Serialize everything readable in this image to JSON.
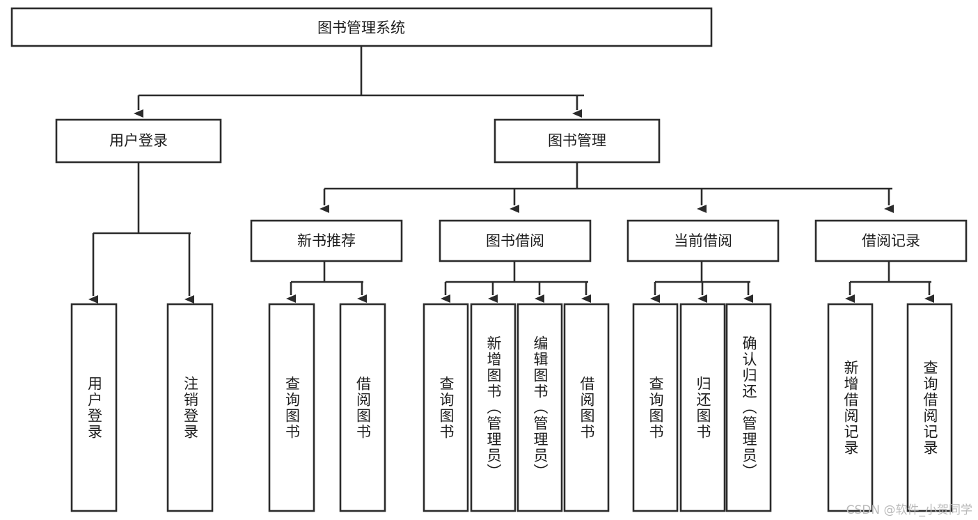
{
  "diagram": {
    "title": "图书管理系统",
    "watermark": "CSDN @软件_小贺同学",
    "type": "tree",
    "colors": {
      "box_stroke": "#2b2b2b",
      "box_fill": "#ffffff",
      "text": "#1d1d1d",
      "background": "#ffffff",
      "watermark": "#b9b9b9"
    },
    "root": {
      "label": "图书管理系统"
    },
    "level2": [
      {
        "label": "用户登录"
      },
      {
        "label": "图书管理"
      }
    ],
    "level3": [
      {
        "label": "新书推荐"
      },
      {
        "label": "图书借阅"
      },
      {
        "label": "当前借阅"
      },
      {
        "label": "借阅记录"
      }
    ],
    "leaves": {
      "user_login": [
        {
          "label": "用户登录"
        },
        {
          "label": "注销登录"
        }
      ],
      "new_book_recommend": [
        {
          "label": "查询图书"
        },
        {
          "label": "借阅图书"
        }
      ],
      "book_borrow": [
        {
          "label": "查询图书"
        },
        {
          "label": "新增图书（管理员）"
        },
        {
          "label": "编辑图书（管理员）"
        },
        {
          "label": "借阅图书"
        }
      ],
      "current_borrow": [
        {
          "label": "查询图书"
        },
        {
          "label": "归还图书"
        },
        {
          "label": "确认归还（管理员）"
        }
      ],
      "borrow_record": [
        {
          "label": "新增借阅记录"
        },
        {
          "label": "查询借阅记录"
        }
      ]
    }
  }
}
